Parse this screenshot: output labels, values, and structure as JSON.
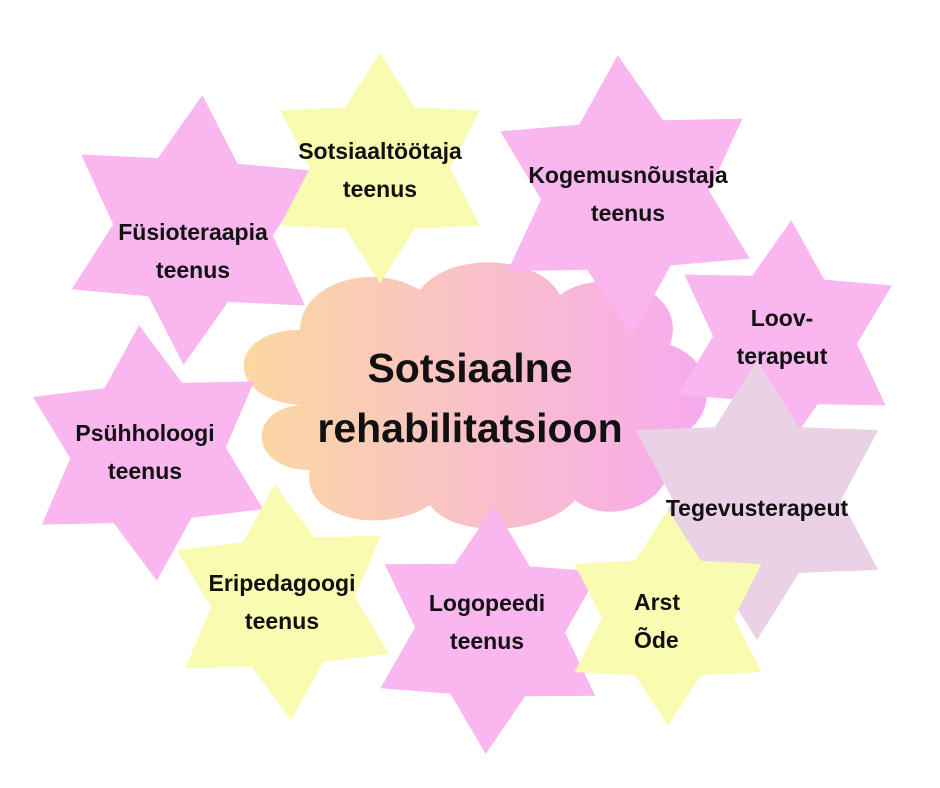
{
  "center": {
    "line1": "Sotsiaalne",
    "line2": "rehabilitatsioon"
  },
  "colors": {
    "pink": "#f9b6ef",
    "yellow": "#f9fbb0",
    "lavender": "#ead1e6",
    "cloud_left": "#fbd8a0",
    "cloud_right": "#f7a9f0"
  },
  "services": [
    {
      "id": "fysioteraapia",
      "line1": "Füsioteraapia",
      "line2": "teenus",
      "color": "pink"
    },
    {
      "id": "sotsiaaltootaja",
      "line1": "Sotsiaaltöötaja",
      "line2": "teenus",
      "color": "yellow"
    },
    {
      "id": "kogemusnoustaja",
      "line1": "Kogemusnõustaja",
      "line2": "teenus",
      "color": "pink"
    },
    {
      "id": "loovterapeut",
      "line1": "Loov-",
      "line2": "terapeut",
      "color": "pink"
    },
    {
      "id": "psyhholoogi",
      "line1": "Psühholoogi",
      "line2": "teenus",
      "color": "pink"
    },
    {
      "id": "tegevusterapeut",
      "line1": "Tegevusterapeut",
      "line2": "",
      "color": "lavender"
    },
    {
      "id": "eripedagoogi",
      "line1": "Eripedagoogi",
      "line2": "teenus",
      "color": "yellow"
    },
    {
      "id": "logopeedi",
      "line1": "Logopeedi",
      "line2": "teenus",
      "color": "pink"
    },
    {
      "id": "arst",
      "line1": "Arst",
      "line2": "Õde",
      "color": "yellow"
    }
  ]
}
